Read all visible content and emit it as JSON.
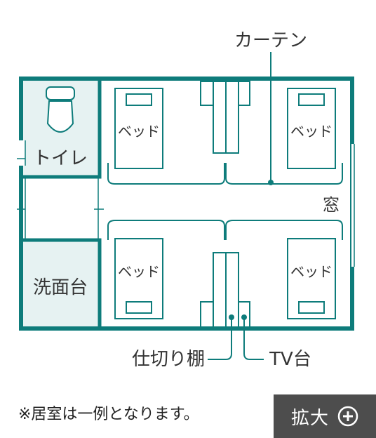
{
  "colors": {
    "wall": "#0e7c7b",
    "fill": "#e6f2f2",
    "text": "#333333",
    "button": "#4d4d4d"
  },
  "labels": {
    "curtain": "カーテン",
    "toilet": "トイレ",
    "washbasin": "洗面台",
    "window": "窓",
    "partition_shelf": "仕切り棚",
    "tv_stand": "TV台",
    "beds": [
      "ベッド",
      "ベッド",
      "ベッド",
      "ベッド"
    ]
  },
  "note": "※居室は一例となります。",
  "zoom_button": {
    "label": "拡大",
    "icon": "plus-circle-icon"
  }
}
